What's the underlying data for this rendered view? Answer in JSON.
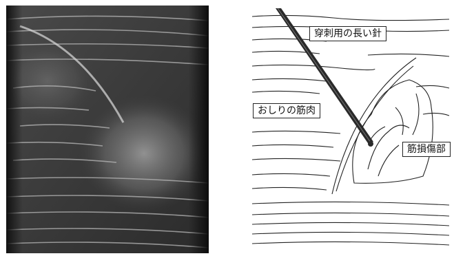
{
  "figure": {
    "ultrasound": {
      "alt": "ultrasound-image"
    },
    "sketch": {
      "labels": {
        "needle": "穿刺用の長い針",
        "muscle": "おしりの筋肉",
        "injury": "筋損傷部"
      }
    }
  }
}
